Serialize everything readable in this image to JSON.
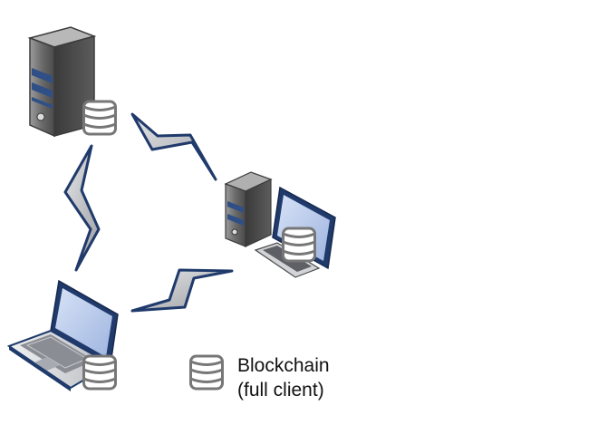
{
  "legend": {
    "line1": "Blockchain",
    "line2": "(full client)"
  },
  "nodes": [
    {
      "id": "server",
      "icon": "server-tower-icon"
    },
    {
      "id": "workstation",
      "icon": "desktop-workstation-icon"
    },
    {
      "id": "laptop",
      "icon": "laptop-icon"
    }
  ],
  "links": [
    {
      "from": "server",
      "to": "workstation"
    },
    {
      "from": "server",
      "to": "laptop"
    },
    {
      "from": "laptop",
      "to": "workstation"
    }
  ],
  "colors": {
    "link_outline": "#1f3a6b",
    "link_fill": "#c7c9cc",
    "device_body": "#5a5a5a",
    "device_stripe": "#2f4f86",
    "screen": "#b7c9ec",
    "database_icon": "#777777"
  }
}
